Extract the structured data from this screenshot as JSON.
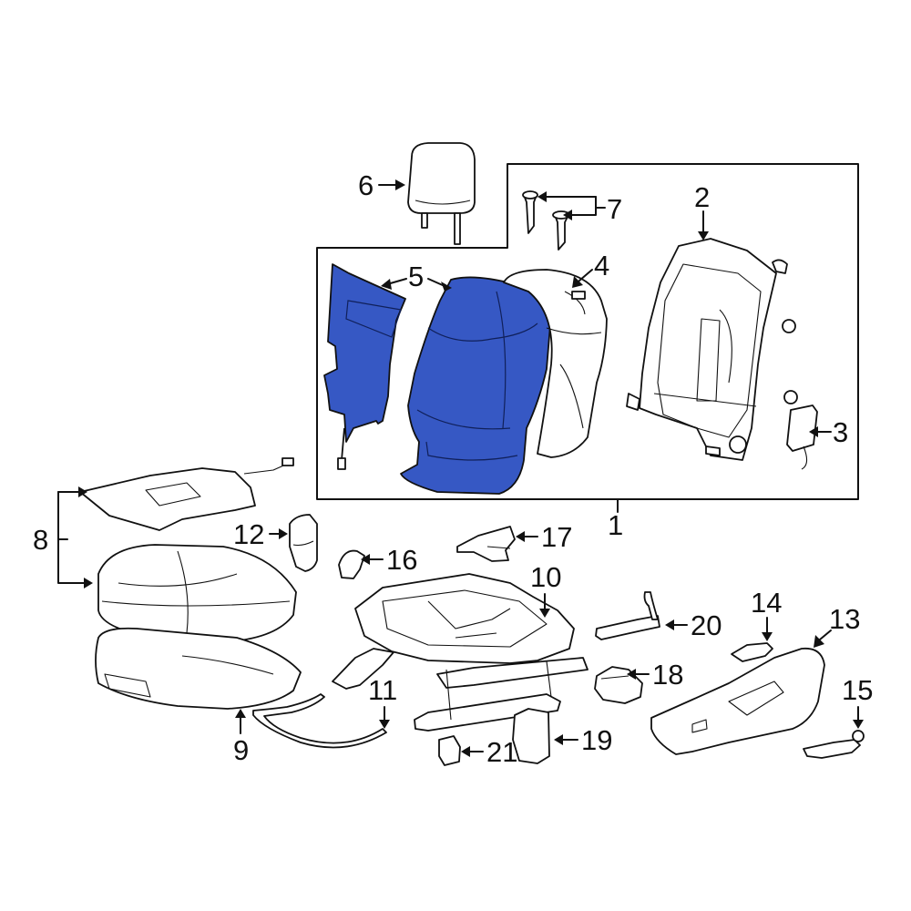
{
  "diagram": {
    "highlight_color": "#3658c4",
    "line_color": "#111111",
    "callouts": [
      {
        "id": "1",
        "text": "1"
      },
      {
        "id": "2",
        "text": "2"
      },
      {
        "id": "3",
        "text": "3"
      },
      {
        "id": "4",
        "text": "4"
      },
      {
        "id": "5",
        "text": "5"
      },
      {
        "id": "6",
        "text": "6"
      },
      {
        "id": "7",
        "text": "7"
      },
      {
        "id": "8",
        "text": "8"
      },
      {
        "id": "9",
        "text": "9"
      },
      {
        "id": "10",
        "text": "10"
      },
      {
        "id": "11",
        "text": "11"
      },
      {
        "id": "12",
        "text": "12"
      },
      {
        "id": "13",
        "text": "13"
      },
      {
        "id": "14",
        "text": "14"
      },
      {
        "id": "15",
        "text": "15"
      },
      {
        "id": "16",
        "text": "16"
      },
      {
        "id": "17",
        "text": "17"
      },
      {
        "id": "18",
        "text": "18"
      },
      {
        "id": "19",
        "text": "19"
      },
      {
        "id": "20",
        "text": "20"
      },
      {
        "id": "21",
        "text": "21"
      }
    ]
  }
}
